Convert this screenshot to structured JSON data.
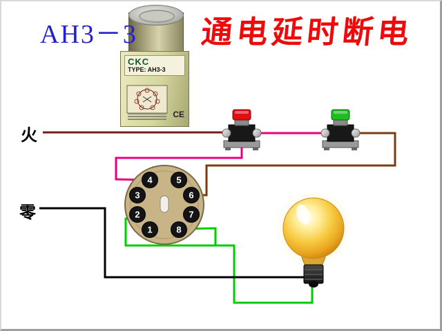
{
  "titles": {
    "model": "AH3－3",
    "function": "通电延时断电"
  },
  "wire_labels": {
    "live": "火",
    "neutral": "零"
  },
  "relay": {
    "brand": "CKC",
    "type": "TYPE: AH3-3",
    "ce_mark": "CE"
  },
  "socket": {
    "pins": [
      "1",
      "2",
      "3",
      "4",
      "5",
      "6",
      "7",
      "8"
    ]
  },
  "colors": {
    "title_model": "#2222cc",
    "title_function": "#ee0a0a",
    "wire_live": "#7a1a1a",
    "wire_neutral": "#000000",
    "wire_magenta": "#e8007d",
    "wire_brown": "#7b3a10",
    "wire_green": "#00cc00",
    "button_red_cap": "#dd1111",
    "button_green_cap": "#22bb22"
  }
}
